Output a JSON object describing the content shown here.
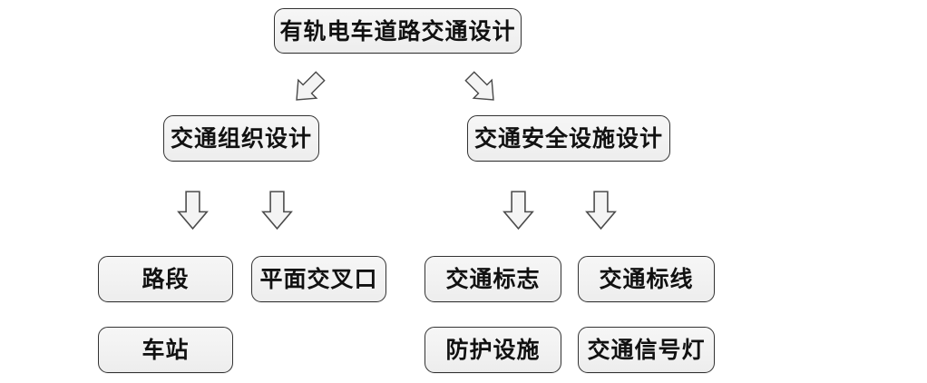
{
  "colors": {
    "background": "#ffffff",
    "box_fill": "#f1f1f1",
    "box_border": "#333333",
    "arrow_fill": "#f4f4f4",
    "arrow_stroke": "#4a4a4a",
    "text_color": "#111111"
  },
  "diagram": {
    "root": {
      "label": "有轨电车道路交通设计"
    },
    "branches": [
      {
        "label": "交通组织设计",
        "children": [
          {
            "label": "路段"
          },
          {
            "label": "平面交叉口"
          },
          {
            "label": "车站"
          }
        ]
      },
      {
        "label": "交通安全设施设计",
        "children": [
          {
            "label": "交通标志"
          },
          {
            "label": "交通标线"
          },
          {
            "label": "防护设施"
          },
          {
            "label": "交通信号灯"
          }
        ]
      }
    ]
  }
}
